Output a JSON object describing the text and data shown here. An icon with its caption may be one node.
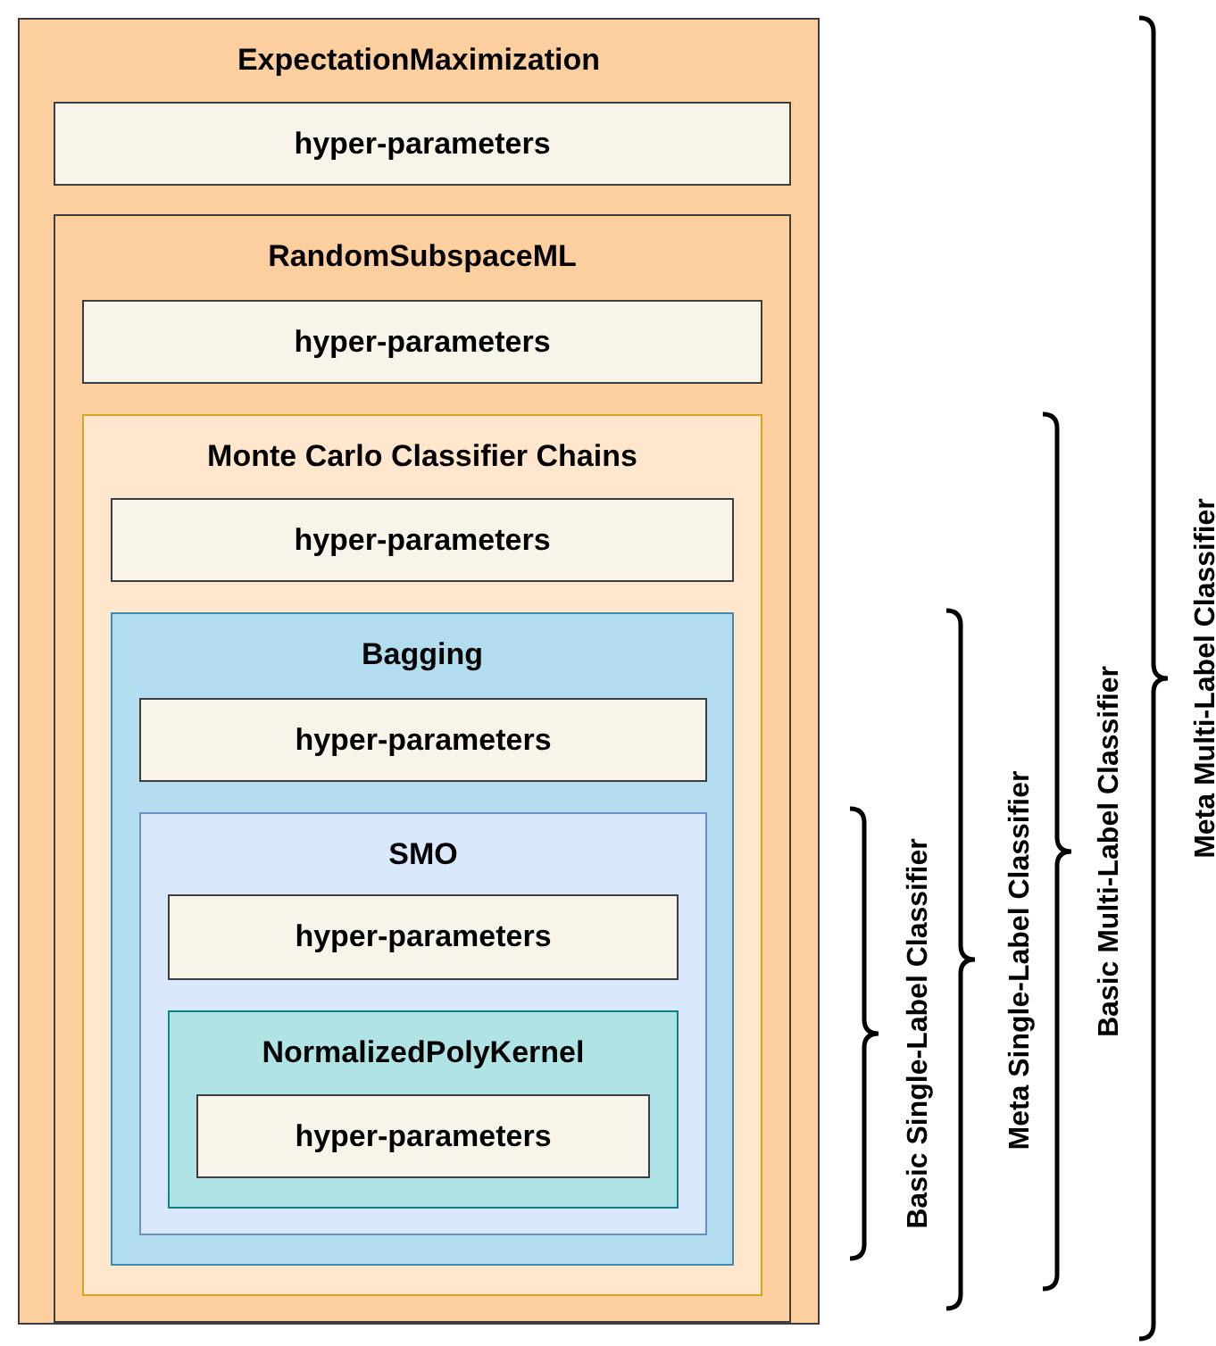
{
  "diagram": {
    "nodes": [
      {
        "text": [
          "ExpectationMaximization"
        ]
      },
      {
        "text": [
          "hyper-parameters"
        ],
        "in": 0
      },
      {
        "text": [
          "RandomSubspaceML"
        ],
        "in": 0
      },
      {
        "text": [
          "hyper-parameters"
        ],
        "in": 2
      },
      {
        "text": [
          "Monte Carlo Classifier Chains"
        ],
        "in": 2
      },
      {
        "text": [
          "hyper-parameters"
        ],
        "in": 4
      },
      {
        "text": [
          "Bagging"
        ],
        "in": 4
      },
      {
        "text": [
          "hyper-parameters"
        ],
        "in": 6
      },
      {
        "text": [
          "SMO"
        ],
        "in": 6
      },
      {
        "text": [
          "hyper-parameters"
        ],
        "in": 8
      },
      {
        "text": [
          "NormalizedPolyKernel"
        ],
        "in": 8
      },
      {
        "text": [
          "hyper-parameters"
        ],
        "in": 10
      }
    ],
    "edges": [],
    "labels": [
      "Basic Single-Label Classifier",
      "Meta Single-Label Classifier",
      "Basic Multi-Label Classifier",
      "Meta Multi-Label Classifier"
    ]
  }
}
